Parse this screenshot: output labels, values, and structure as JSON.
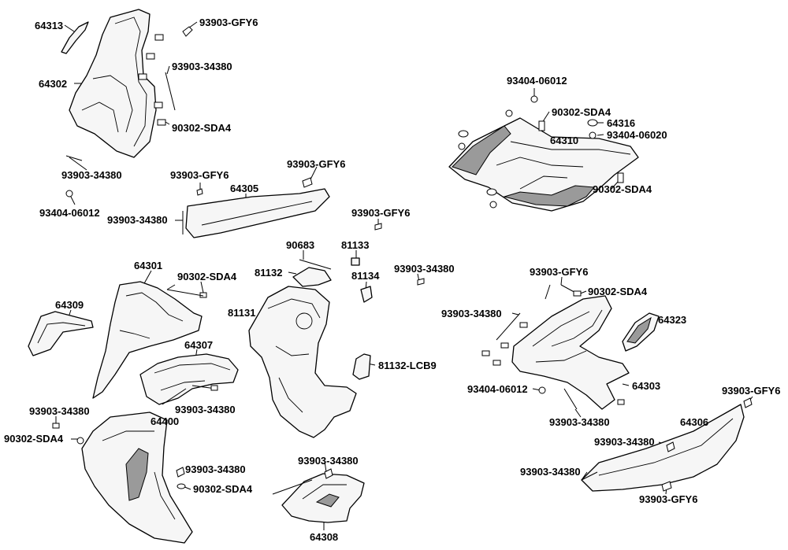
{
  "labels": {
    "p64313": "64313",
    "p93903gfy6_a": "93903-GFY6",
    "p93903_34380_a": "93903-34380",
    "p64302": "64302",
    "p90302sda4_a": "90302-SDA4",
    "p93903_34380_b": "93903-34380",
    "p93404_06012_a": "93404-06012",
    "p93903gfy6_b": "93903-GFY6",
    "p93903gfy6_c": "93903-GFY6",
    "p64305": "64305",
    "p93903_34380_c": "93903-34380",
    "p93903gfy6_d": "93903-GFY6",
    "p93404_06012_b": "93404-06012",
    "p90302sda4_b": "90302-SDA4",
    "p64316": "64316",
    "p93404_06020": "93404-06020",
    "p64310": "64310",
    "p90302sda4_c": "90302-SDA4",
    "p90683": "90683",
    "p81133": "81133",
    "p81132": "81132",
    "p81134": "81134",
    "p93903_34380_d": "93903-34380",
    "p64301": "64301",
    "p90302sda4_d": "90302-SDA4",
    "p81131": "81131",
    "p64309": "64309",
    "p64307": "64307",
    "p81132lcb9": "81132-LCB9",
    "p93903gfy6_e": "93903-GFY6",
    "p90302sda4_e": "90302-SDA4",
    "p93903_34380_e": "93903-34380",
    "p64323": "64323",
    "p93903_34380_f": "93903-34380",
    "p93404_06012_c": "93404-06012",
    "p64303": "64303",
    "p93903gfy6_f": "93903-GFY6",
    "p93903_34380_g": "93903-34380",
    "p90302sda4_f": "90302-SDA4",
    "p64400": "64400",
    "p93903_34380_h": "93903-34380",
    "p64306": "64306",
    "p93903_34380_i": "93903-34380",
    "p93903_34380_j": "93903-34380",
    "p93903_34380_k": "93903-34380",
    "p90302sda4_g": "90302-SDA4",
    "p93903_34380_l": "93903-34380",
    "p93903gfy6_g": "93903-GFY6",
    "p64308": "64308"
  }
}
